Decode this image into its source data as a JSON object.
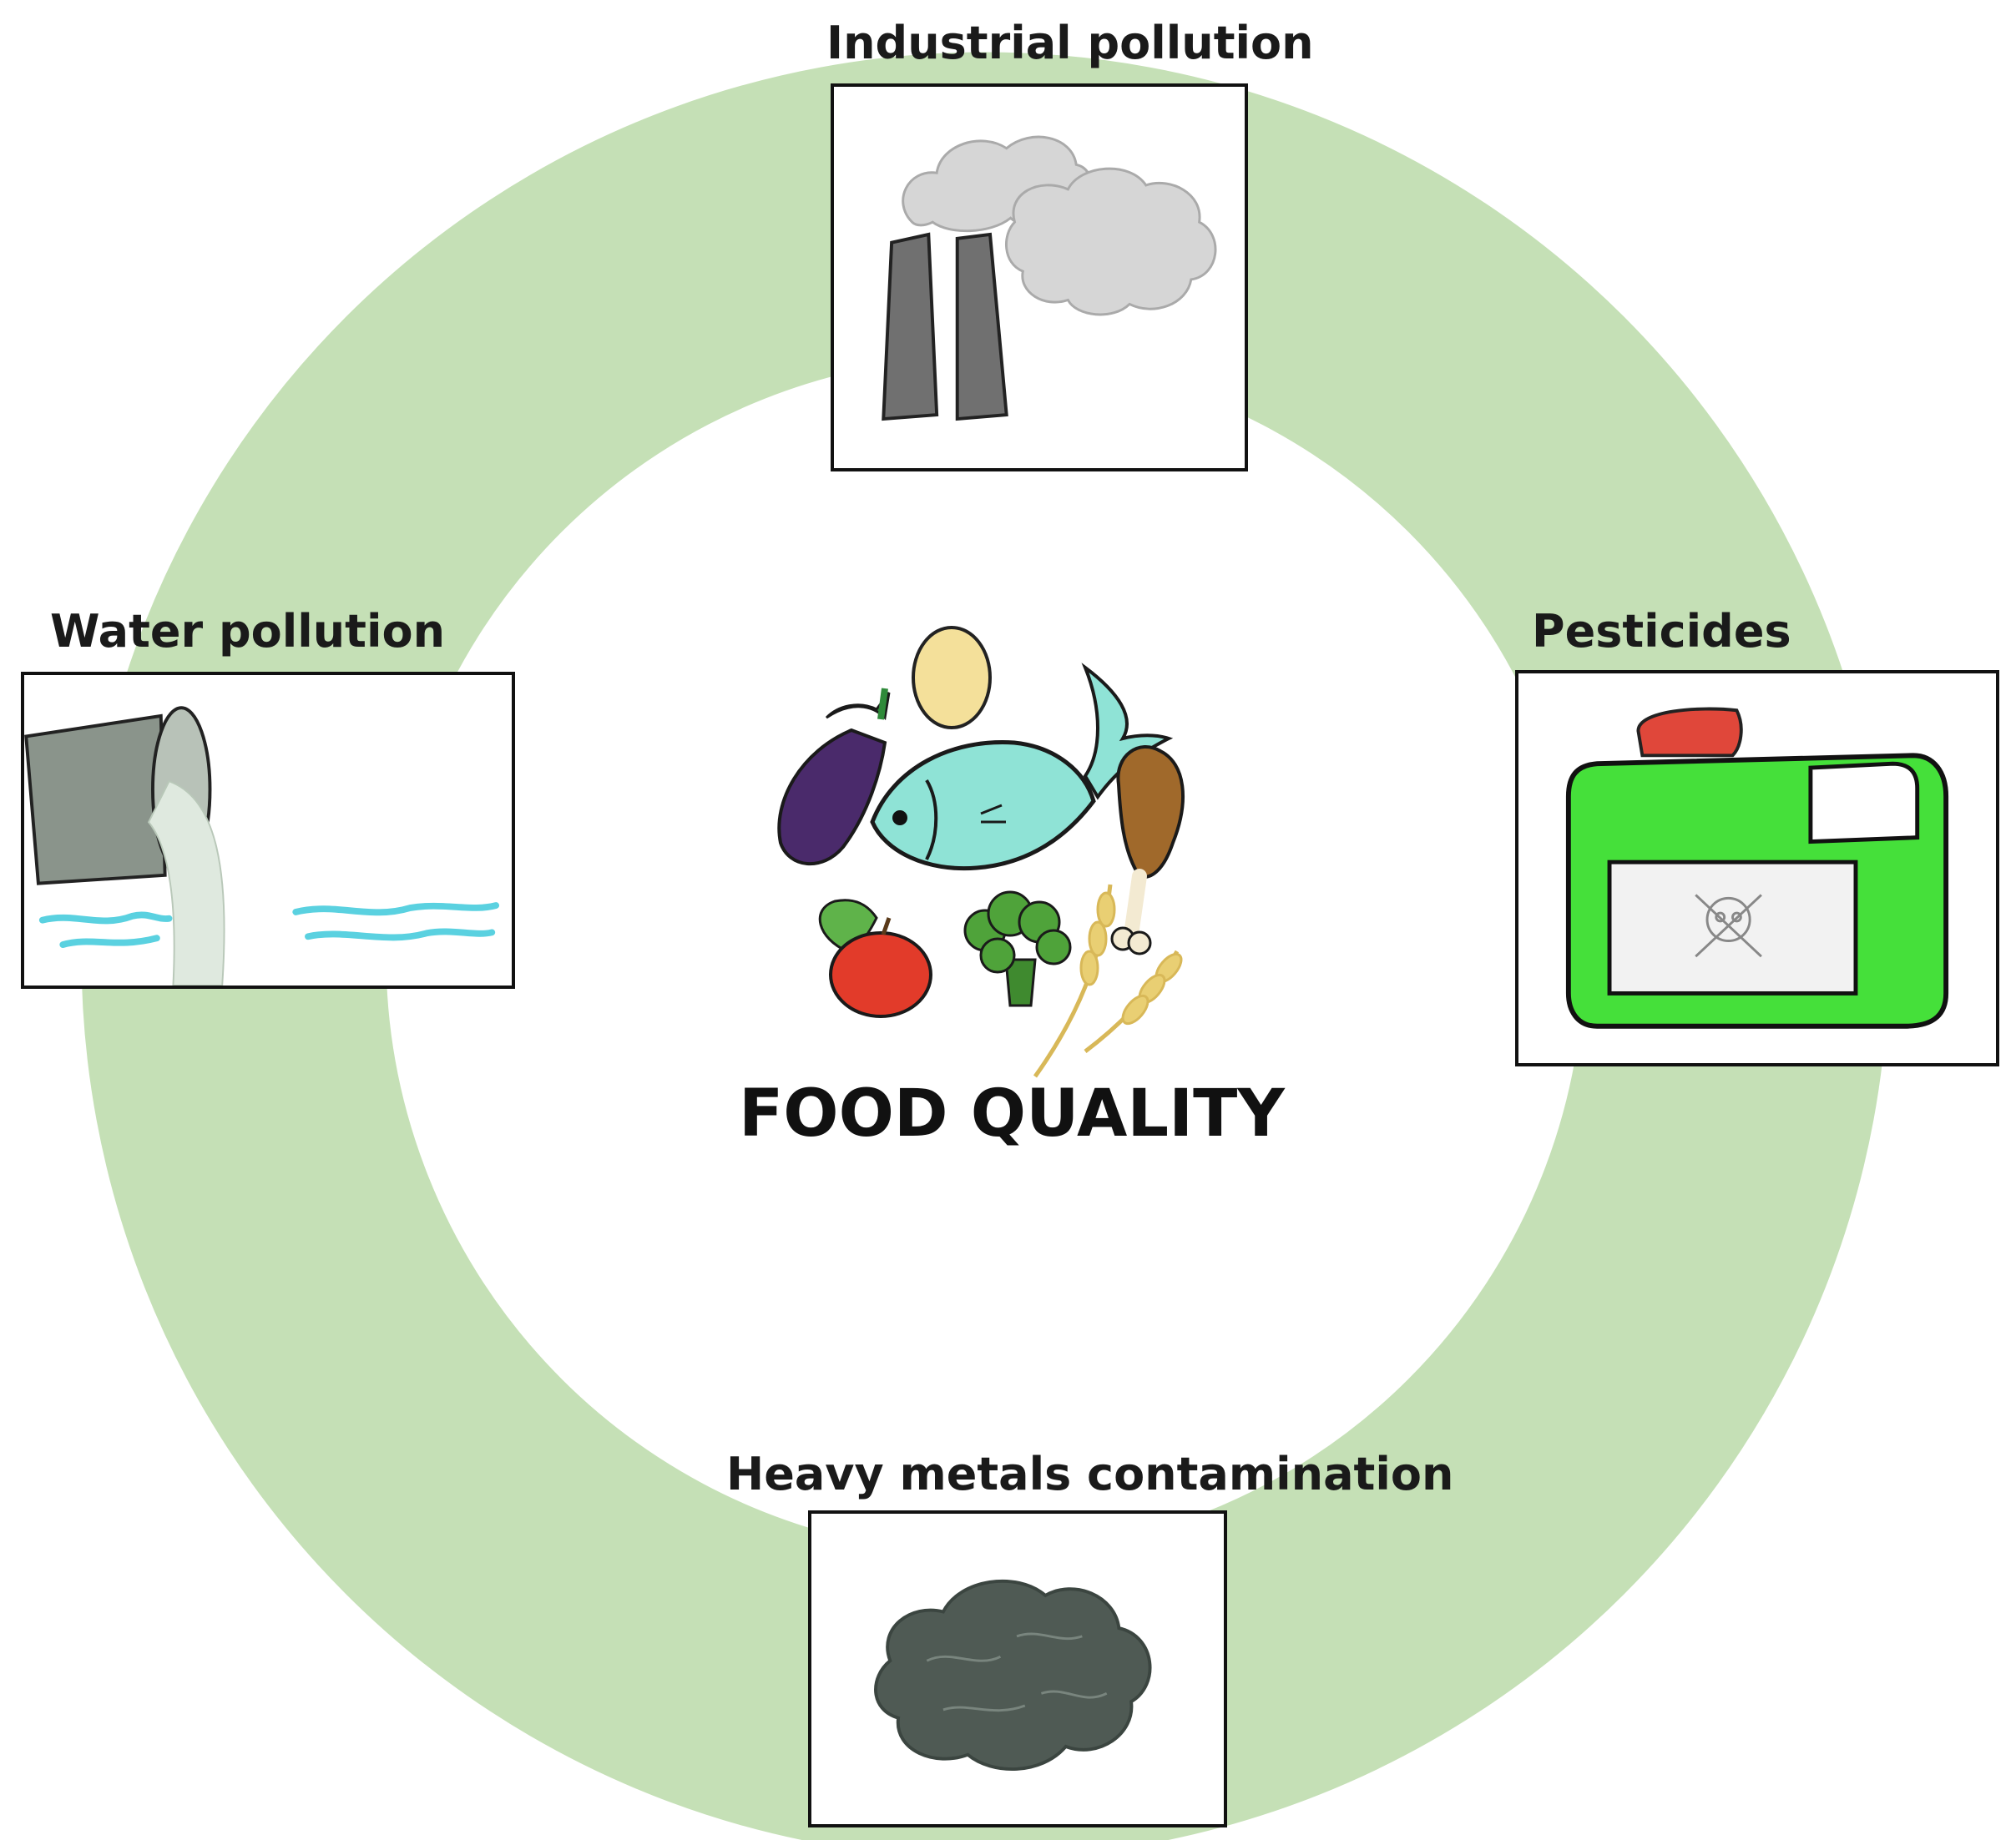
{
  "center": {
    "title": "FOOD QUALITY",
    "food_icons": [
      "eggplant-icon",
      "egg-icon",
      "fish-icon",
      "chicken-leg-icon",
      "apple-icon",
      "broccoli-icon",
      "wheat-icon"
    ]
  },
  "factors": {
    "industrial": {
      "label": "Industrial pollution",
      "icon": "factory-smoke-icon"
    },
    "water": {
      "label": "Water pollution",
      "icon": "pipe-discharge-icon"
    },
    "pesticides": {
      "label": "Pesticides",
      "icon": "poison-canister-icon"
    },
    "metals": {
      "label": "Heavy metals contamination",
      "icon": "metal-lump-icon"
    }
  },
  "colors": {
    "ring": "#c5e0b6",
    "canister": "#45e03a",
    "cap": "#e0473a",
    "fish": "#8fe3d6",
    "water": "#5ad1e0",
    "metal": "#4f5a54"
  }
}
